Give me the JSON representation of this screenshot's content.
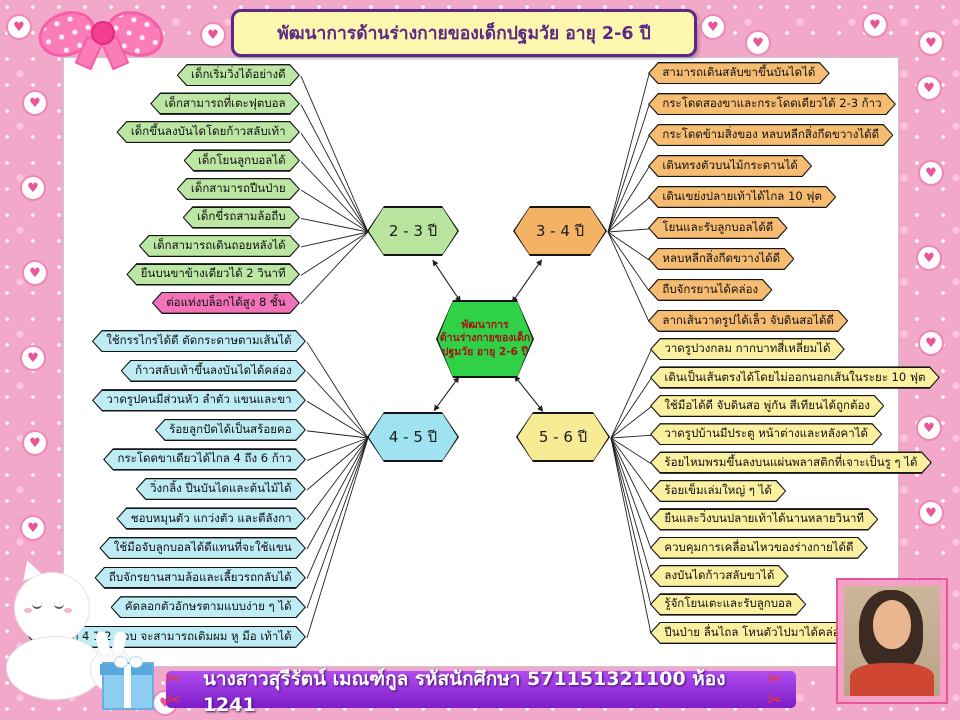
{
  "title": {
    "text": "พัฒนาการด้านร่างกายของเด็กปฐมวัย อายุ 2-6 ปี",
    "text_color": "#5b2a86",
    "bg": "#fcf6ae"
  },
  "center": {
    "lines": [
      "พัฒนาการ",
      "ด้านร่างกายของเด็ก",
      "ปฐมวัย อายุ 2-6 ปี"
    ],
    "bg": "#2fd146",
    "text_color": "#a31515"
  },
  "branches": [
    {
      "id": "b23",
      "label": "2 - 3 ปี",
      "side": "left",
      "node_bg": "#b9e49e",
      "leaf_bg": "#bce6a3",
      "items": [
        {
          "text": "เด็กเริ่มวิ่งได้อย่างดี"
        },
        {
          "text": "เด็กสามารถที่เตะฟุตบอล"
        },
        {
          "text": "เด็กขึ้นลงบันไดโดยก้าวสลับเท้า"
        },
        {
          "text": "เด็กโยนลูกบอลได้"
        },
        {
          "text": "เด็กสามารถปีนป่าย"
        },
        {
          "text": "เด็กขี่รถสามล้อถีบ"
        },
        {
          "text": "เด็กสามารถเดินถอยหลังได้"
        },
        {
          "text": "ยืนบนขาข้างเดียวได้ 2 วินาที"
        },
        {
          "text": "ต่อแท่งบล็อกได้สูง 8 ชั้น",
          "bg": "#f273b8"
        }
      ]
    },
    {
      "id": "b34",
      "label": "3 - 4 ปี",
      "side": "right",
      "node_bg": "#f4b264",
      "leaf_bg": "#f6bc72",
      "items": [
        {
          "text": "สามารถเดินสลับขาขึ้นบันไดได้"
        },
        {
          "text": "กระโดดสองขาและกระโดดเดียวได้ 2-3 ก้าว"
        },
        {
          "text": "กระโดดข้ามสิ่งของ หลบหลีกสิ่งกีดขวางได้ดี"
        },
        {
          "text": "เดินทรงตัวบนไม้กระดานได้"
        },
        {
          "text": "เดินเขย่งปลายเท้าได้ไกล 10 ฟุต"
        },
        {
          "text": "โยนและรับลูกบอลได้ดี"
        },
        {
          "text": "หลบหลีกสิ่งกีดขวางได้ดี"
        },
        {
          "text": "ถีบจักรยานได้คล่อง"
        },
        {
          "text": "ลากเส้นวาดรูปได้เล็ว จับดินสอได้ดี"
        }
      ]
    },
    {
      "id": "b45",
      "label": "4 - 5 ปี",
      "side": "left",
      "node_bg": "#9fe3f0",
      "leaf_bg": "#bdecf4",
      "items": [
        {
          "text": "ใช้กรรไกรได้ดี ตัดกระดาษตามเส้นได้"
        },
        {
          "text": "ก้าวสลับเท้าขึ้นลงบันไดได้คล่อง"
        },
        {
          "text": "วาดรูปคนมีส่วนหัว ลำตัว แขนและขา"
        },
        {
          "text": "ร้อยลูกปัดได้เป็นสร้อยคอ"
        },
        {
          "text": "กระโดดขาเดียวได้ไกล 4 ถึง 6 ก้าว"
        },
        {
          "text": "วิ่งกลิ้ง ปีนบันไดและต้นไม้ได้"
        },
        {
          "text": "ชอบหมุนตัว แกว่งตัว และตีลังกา"
        },
        {
          "text": "ใช้มือจับลูกบอลได้ดีแทนที่จะใช้แขน"
        },
        {
          "text": "ถีบจักรยานสามล้อและเลี้ยวรถกลับได้"
        },
        {
          "text": "คัดลอกตัวอักษรตามแบบง่าย ๆ ได้"
        },
        {
          "text": "พอครบ 4 1/2 ขวบ จะสามารถเติมผม หู มือ เท้าได้"
        }
      ]
    },
    {
      "id": "b56",
      "label": "5 - 6 ปี",
      "side": "right",
      "node_bg": "#f8eb96",
      "leaf_bg": "#faf0a0",
      "items": [
        {
          "text": "วาดรูปวงกลม กากบาทสี่เหลี่ยมได้"
        },
        {
          "text": "เดินเป็นเส้นตรงได้โดยไม่ออกนอกเส้นในระยะ 10 ฟุต"
        },
        {
          "text": "ใช้มือได้ดี จับดินสอ พู่กัน สีเทียนได้ถูกต้อง"
        },
        {
          "text": "วาดรูปบ้านมีประตู หน้าต่างและหลังคาได้"
        },
        {
          "text": "ร้อยไหมพรมขึ้นลงบนแผ่นพลาสติกที่เจาะเป็นรู ๆ ได้"
        },
        {
          "text": "ร้อยเข็มเล่มใหญ่ ๆ ได้"
        },
        {
          "text": "ยืนและวิ่งบนปลายเท้าได้นานหลายวินาที"
        },
        {
          "text": "ควบคุมการเคลื่อนไหวของร่างกายได้ดี"
        },
        {
          "text": "ลงบันไดก้าวสลับขาได้"
        },
        {
          "text": "รู้จักโยนเตะและรับลูกบอล"
        },
        {
          "text": "ปีนป่าย ลื่นไถล โหนตัวไปมาได้คล่อง"
        }
      ]
    }
  ],
  "footer": {
    "text": "นางสาวสุรีรัตน์ เมณฑ์กูล รหัสนักศึกษา 571151321100 ห้อง 1241",
    "scissors": "✂✂"
  },
  "decor": {
    "heart": "♥"
  }
}
